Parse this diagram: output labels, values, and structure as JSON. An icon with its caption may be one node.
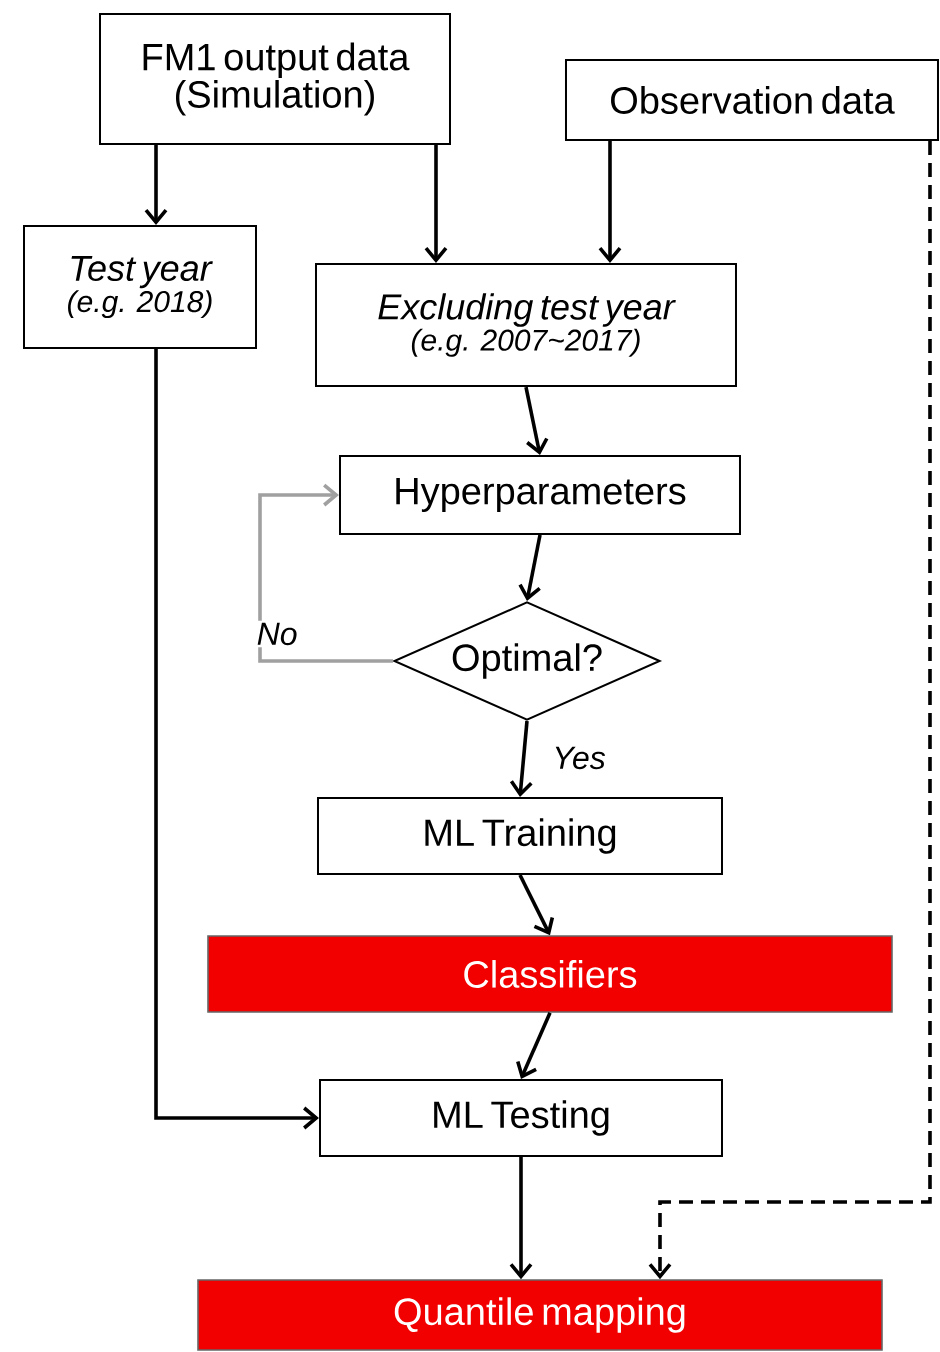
{
  "diagram": {
    "nodes": [
      {
        "text": [
          "FM1 output data (Simulation)"
        ]
      },
      {
        "text": [
          "Observation data"
        ]
      },
      {
        "text": [
          "Test year",
          "(e.g. 2018)"
        ]
      },
      {
        "text": [
          "Excluding test year",
          "(e.g. 2007~2017)"
        ]
      },
      {
        "text": [
          "Hyperparameters"
        ]
      },
      {
        "text": [
          "Optimal?"
        ]
      },
      {
        "text": [
          "ML Training"
        ]
      },
      {
        "text": [
          "Classifiers"
        ]
      },
      {
        "text": [
          "ML Testing"
        ]
      },
      {
        "text": [
          "Quantile mapping"
        ]
      }
    ],
    "edges": [
      {
        "from": 0,
        "to": 2,
        "arrow": "to"
      },
      {
        "from": 0,
        "to": 3,
        "arrow": "to"
      },
      {
        "from": 1,
        "to": 3,
        "arrow": "to"
      },
      {
        "from": 3,
        "to": 4,
        "arrow": "to"
      },
      {
        "from": 4,
        "to": 5,
        "arrow": "to"
      },
      {
        "from": 5,
        "to": 4,
        "arrow": "to",
        "label": "No",
        "color": "#a0a0a0"
      },
      {
        "from": 5,
        "to": 6,
        "arrow": "to",
        "label": "Yes"
      },
      {
        "from": 6,
        "to": 7,
        "arrow": "to"
      },
      {
        "from": 7,
        "to": 8,
        "arrow": "to"
      },
      {
        "from": 2,
        "to": 8,
        "arrow": "to"
      },
      {
        "from": 8,
        "to": 9,
        "arrow": "to"
      },
      {
        "from": 1,
        "to": 9,
        "arrow": "to",
        "style": "dashed"
      }
    ]
  }
}
